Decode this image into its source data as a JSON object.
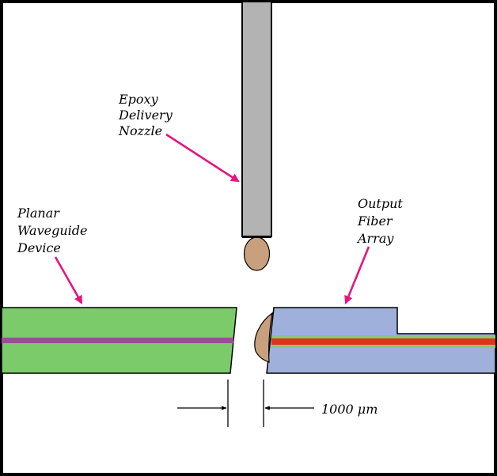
{
  "labels": {
    "nozzle": [
      "Epoxy",
      "Delivery",
      "Nozzle"
    ],
    "waveguide": [
      "Planar",
      "Waveguide",
      "Device"
    ],
    "fiber": [
      "Output",
      "Fiber",
      "Array"
    ],
    "gap": "1000 μm"
  },
  "colors": {
    "frame": "#000000",
    "nozzle_fill": "#b3b3b3",
    "epoxy_fill": "#c8a07e",
    "waveguide_fill": "#7ccb6b",
    "waveguide_core": "#9a4f95",
    "fiber_fill": "#9fb1db",
    "fiber_core": "#e0321b",
    "fiber_cladding": "#86c873",
    "pointer_arrow": "#e8147e"
  },
  "icons": {
    "pointer": "magenta-arrow-icon",
    "dimension": "dimension-arrow-icon"
  }
}
